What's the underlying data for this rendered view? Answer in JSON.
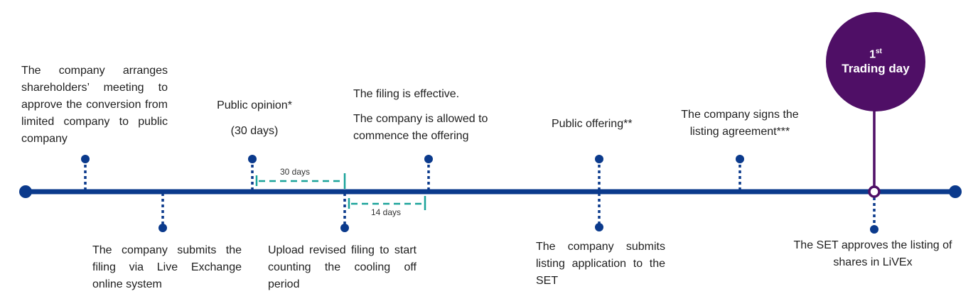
{
  "colors": {
    "timeline": "#0b3a8c",
    "bracket": "#1aa39a",
    "milestone": "#4f0f66",
    "text": "#1f1f1f"
  },
  "events_above": [
    {
      "id": "shareholders-meeting",
      "text": "The company arranges shareholders’ meeting to approve the conversion from limited company to public company"
    },
    {
      "id": "public-opinion",
      "text_line1": "Public opinion*",
      "text_line2": "(30 days)"
    },
    {
      "id": "filing-effective",
      "text_line1": "The filing is effective.",
      "text_line2": "The company is allowed to commence the offering"
    },
    {
      "id": "public-offering",
      "text": "Public offering**"
    },
    {
      "id": "listing-agreement",
      "text": "The company signs the listing agreement***"
    }
  ],
  "events_below": [
    {
      "id": "submit-filing",
      "text": "The company submits the filing via Live Exchange online system"
    },
    {
      "id": "upload-revised",
      "text": "Upload revised filing to start counting the cooling off period"
    },
    {
      "id": "submit-listing",
      "text": "The company submits listing application to the SET"
    },
    {
      "id": "set-approves",
      "text": "The SET approves the listing of shares in LiVEx"
    }
  ],
  "durations": [
    {
      "id": "public-opinion-period",
      "label": "30 days"
    },
    {
      "id": "cooling-off-period",
      "label": "14 days"
    }
  ],
  "milestone": {
    "ordinal": "1",
    "ordinal_suffix": "st",
    "label": "Trading day"
  }
}
